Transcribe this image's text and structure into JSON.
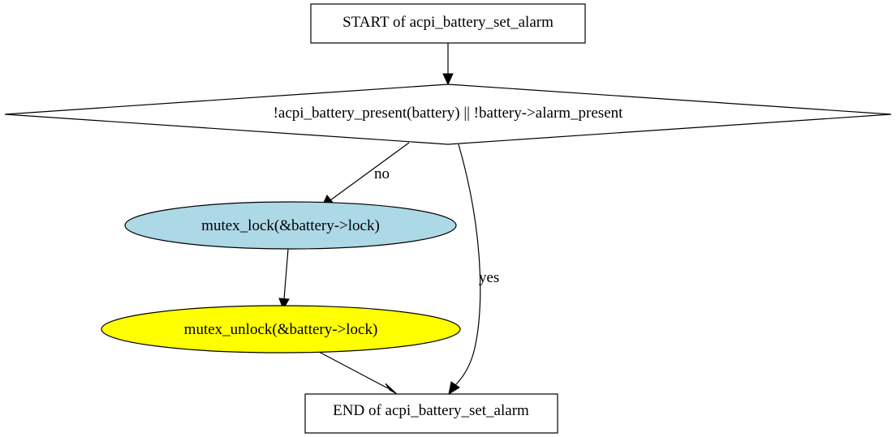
{
  "diagram": {
    "nodes": {
      "start": {
        "label": "START of acpi_battery_set_alarm",
        "shape": "box",
        "fill": "#ffffff"
      },
      "decision": {
        "label": "!acpi_battery_present(battery) || !battery->alarm_present",
        "shape": "diamond",
        "fill": "#ffffff"
      },
      "lock": {
        "label": "mutex_lock(&battery->lock)",
        "shape": "ellipse",
        "fill": "#add8e6"
      },
      "unlock": {
        "label": "mutex_unlock(&battery->lock)",
        "shape": "ellipse",
        "fill": "#ffff00"
      },
      "end": {
        "label": "END of acpi_battery_set_alarm",
        "shape": "box",
        "fill": "#ffffff"
      }
    },
    "edges": [
      {
        "from": "start",
        "to": "decision",
        "label": ""
      },
      {
        "from": "decision",
        "to": "lock",
        "label": "no"
      },
      {
        "from": "decision",
        "to": "end",
        "label": "yes"
      },
      {
        "from": "lock",
        "to": "unlock",
        "label": ""
      },
      {
        "from": "unlock",
        "to": "end",
        "label": ""
      }
    ],
    "edge_labels": {
      "no": "no",
      "yes": "yes"
    }
  }
}
